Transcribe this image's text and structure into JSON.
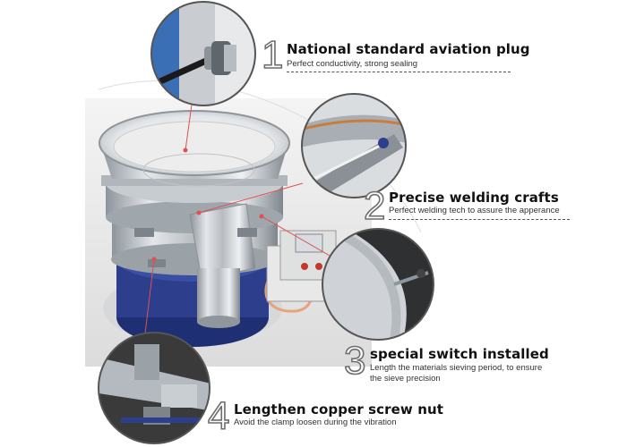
{
  "features": [
    {
      "number": "1",
      "title": "National standard aviation plug",
      "description": "Perfect conductivity, strong sealing"
    },
    {
      "number": "2",
      "title": "Precise welding crafts",
      "description": "Perfect welding tech to assure the apperance"
    },
    {
      "number": "3",
      "title": "special switch installed",
      "description": "Length the materials sieving period, to ensure the sieve precision"
    },
    {
      "number": "4",
      "title": "Lengthen copper screw nut",
      "description": "Avoid the clamp loosen during the vibration"
    }
  ],
  "colors": {
    "steel": "#c8ccd0",
    "base_blue": "#2c3e8c",
    "accent_red": "#c0392b",
    "callout_line": "#e05050"
  }
}
